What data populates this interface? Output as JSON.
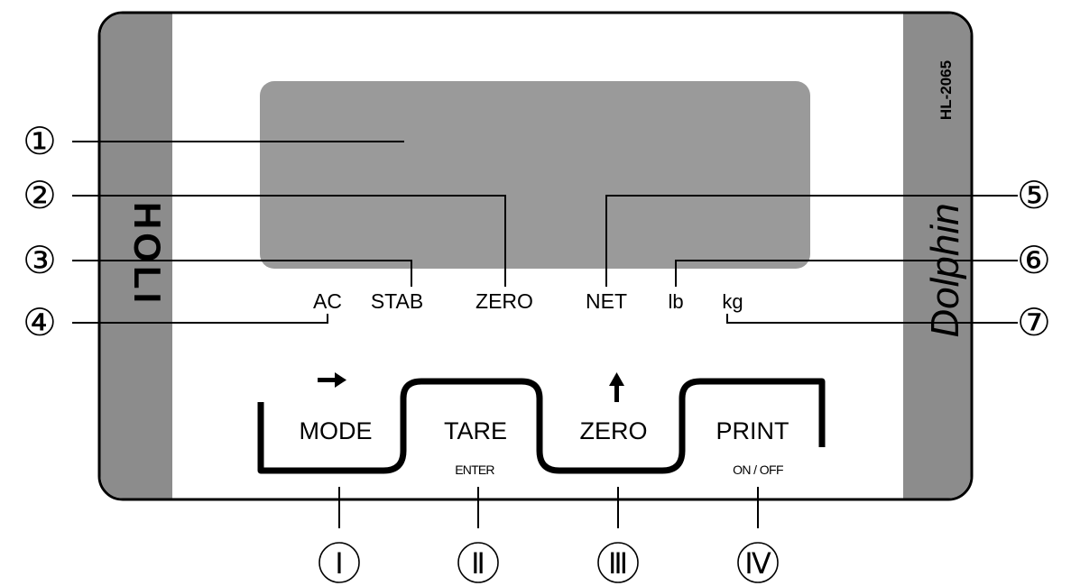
{
  "device": {
    "brand_logo_text": "HOLI",
    "model": "HL-2065",
    "series_name": "Dolphin"
  },
  "indicators": {
    "ac": "AC",
    "stab": "STAB",
    "zero": "ZERO",
    "net": "NET",
    "lb": "lb",
    "kg": "kg"
  },
  "keys": {
    "mode": {
      "label": "MODE",
      "arrow": "right-arrow-icon"
    },
    "tare": {
      "label": "TARE",
      "sub": "ENTER"
    },
    "zero": {
      "label": "ZERO",
      "arrow": "up-arrow-icon"
    },
    "print": {
      "label": "PRINT",
      "sub": "ON / OFF"
    }
  },
  "callouts": {
    "c1": "①",
    "c2": "②",
    "c3": "③",
    "c4": "④",
    "c5": "⑤",
    "c6": "⑥",
    "c7": "⑦",
    "k1": "Ⅰ",
    "k2": "Ⅱ",
    "k3": "Ⅲ",
    "k4": "Ⅳ"
  },
  "colors": {
    "side_band": "#8c8c8c",
    "display_window": "#9a9a9a",
    "outline": "#000000"
  }
}
